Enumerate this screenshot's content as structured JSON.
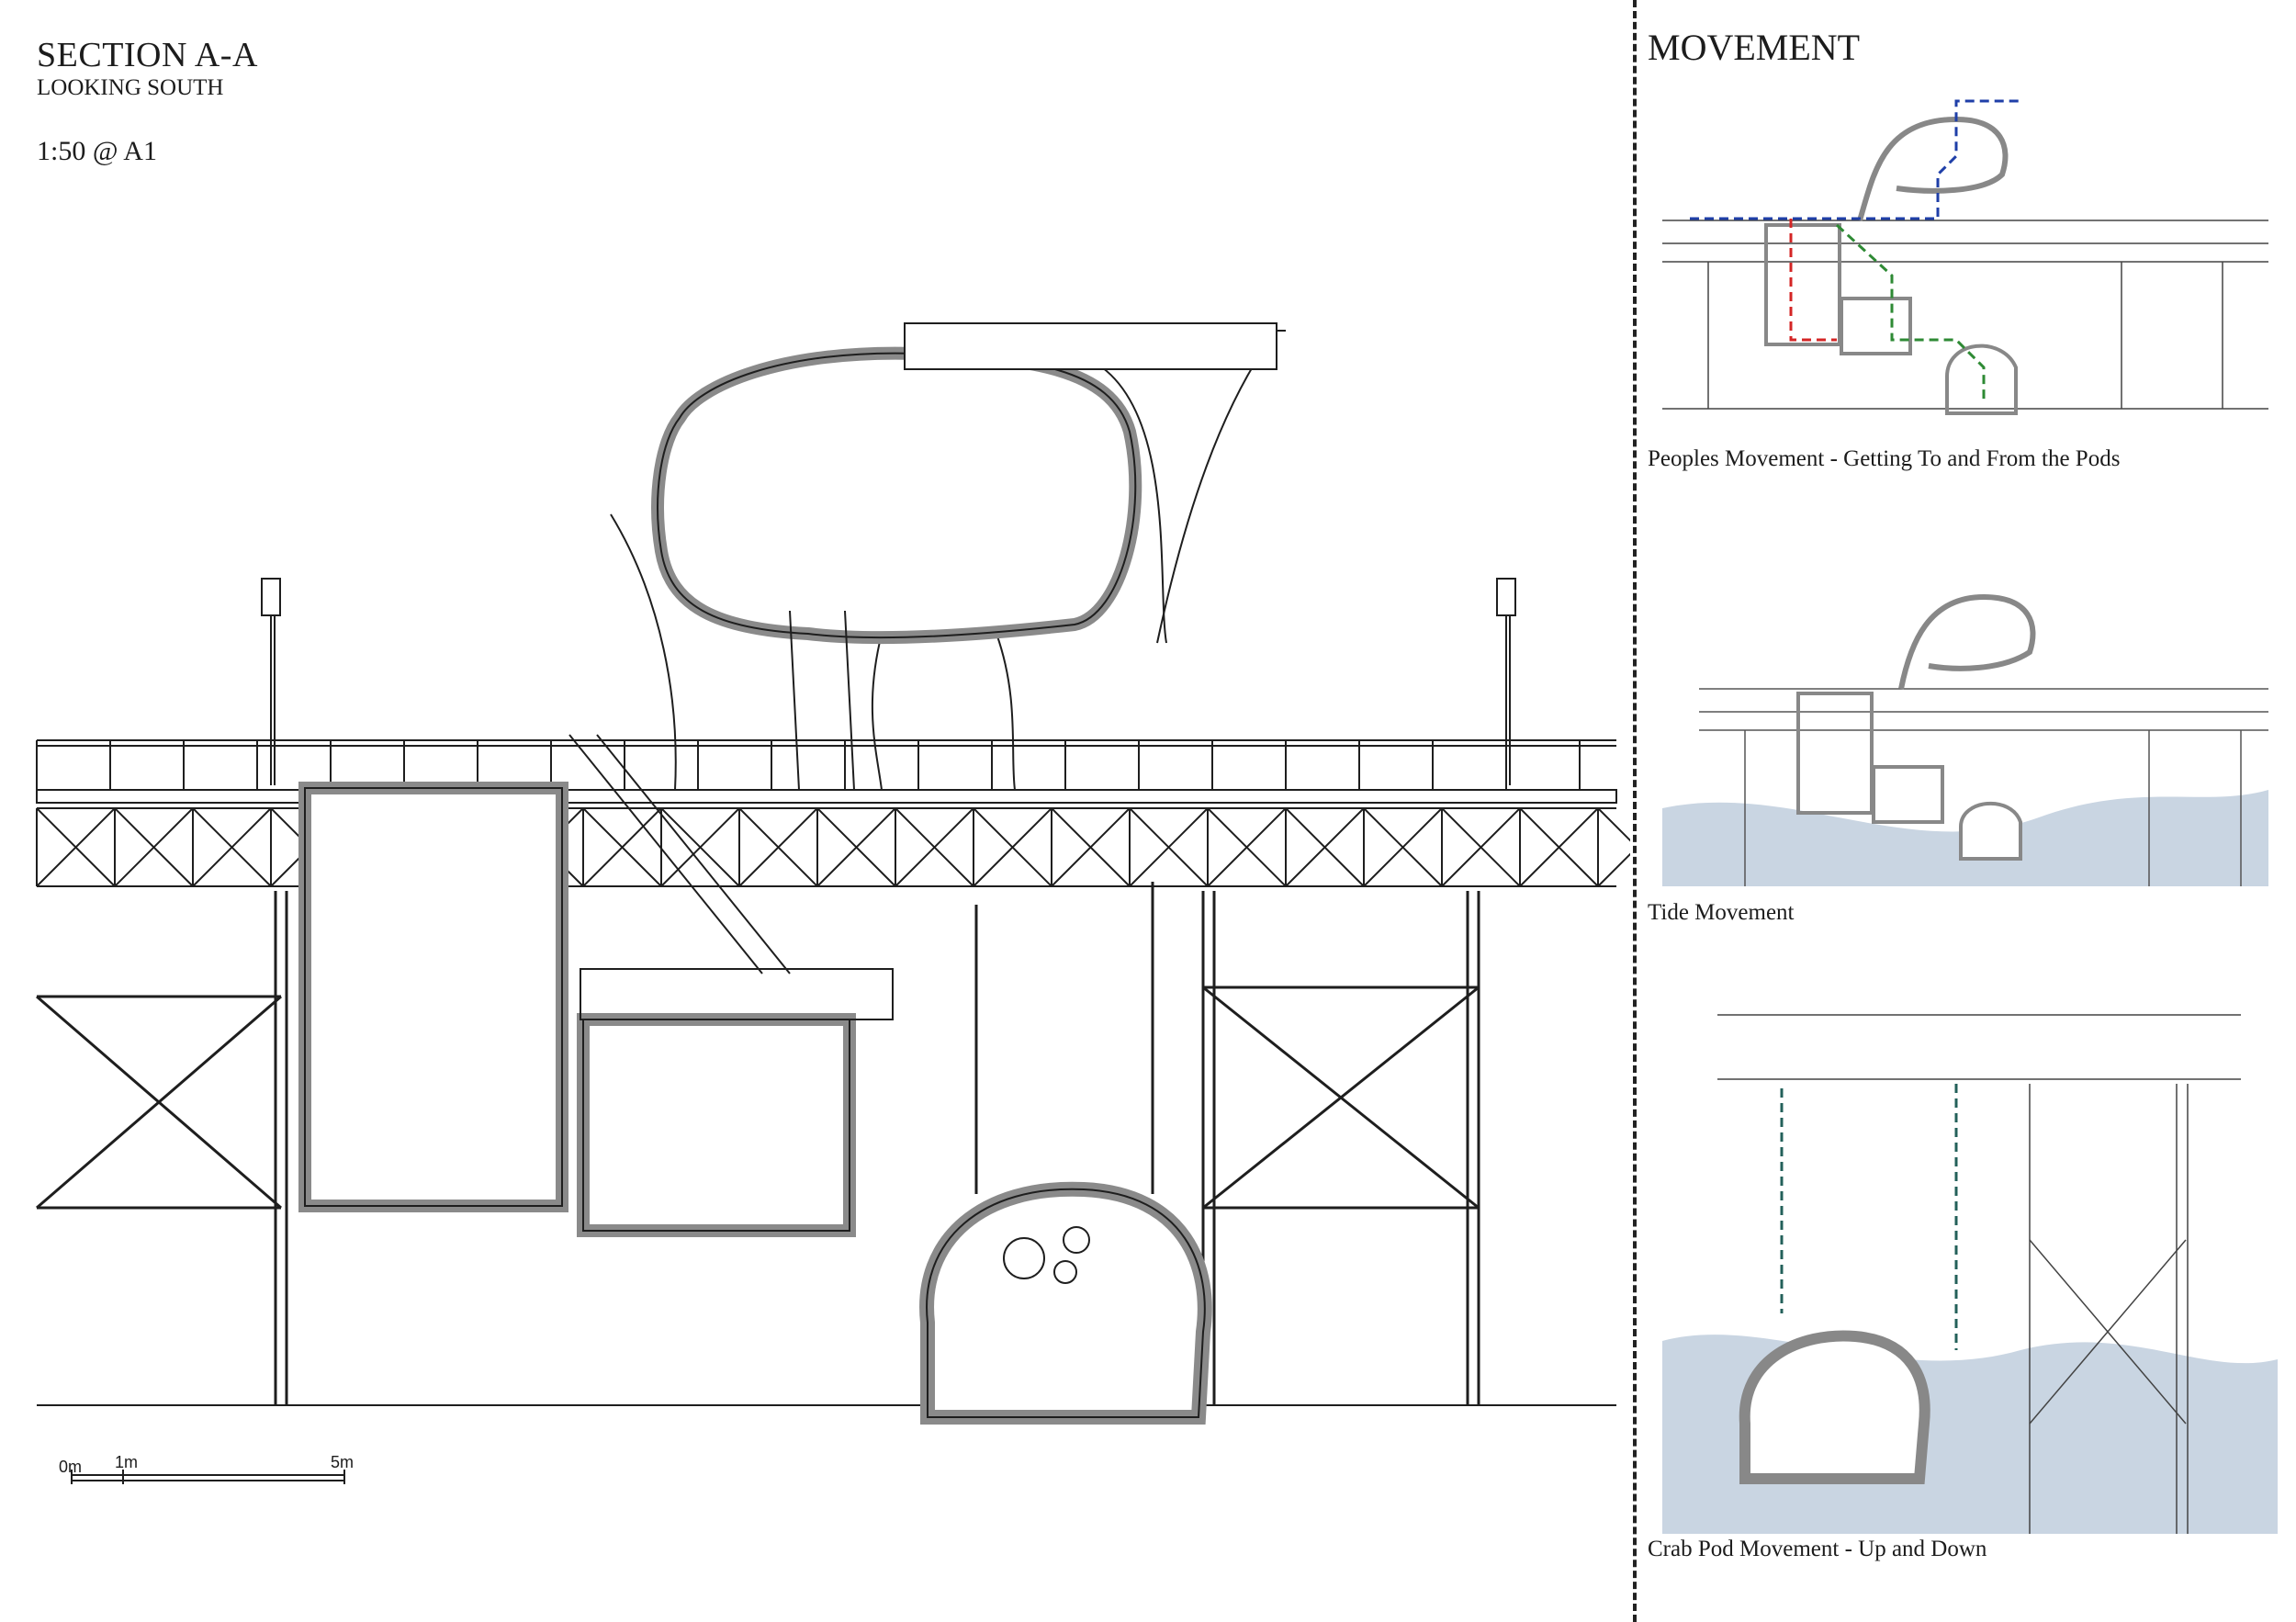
{
  "section": {
    "title": "SECTION A-A",
    "subtitle": "LOOKING SOUTH",
    "scale": "1:50 @ A1"
  },
  "scale_bar": {
    "labels": [
      "0m",
      "1m",
      "5m"
    ]
  },
  "movement": {
    "heading": "MOVEMENT",
    "diagrams": [
      {
        "caption": "Peoples Movement - Getting To and From the Pods"
      },
      {
        "caption": "Tide Movement"
      },
      {
        "caption": "Crab Pod Movement - Up and Down"
      }
    ]
  },
  "colors": {
    "line": "#1e1e1e",
    "wall_fill": "#8a8a8a",
    "water": "#c9d5e2",
    "path_blue": "#1f3fa8",
    "path_red": "#d42525",
    "path_green": "#2e8a34",
    "path_teal": "#23605a"
  }
}
